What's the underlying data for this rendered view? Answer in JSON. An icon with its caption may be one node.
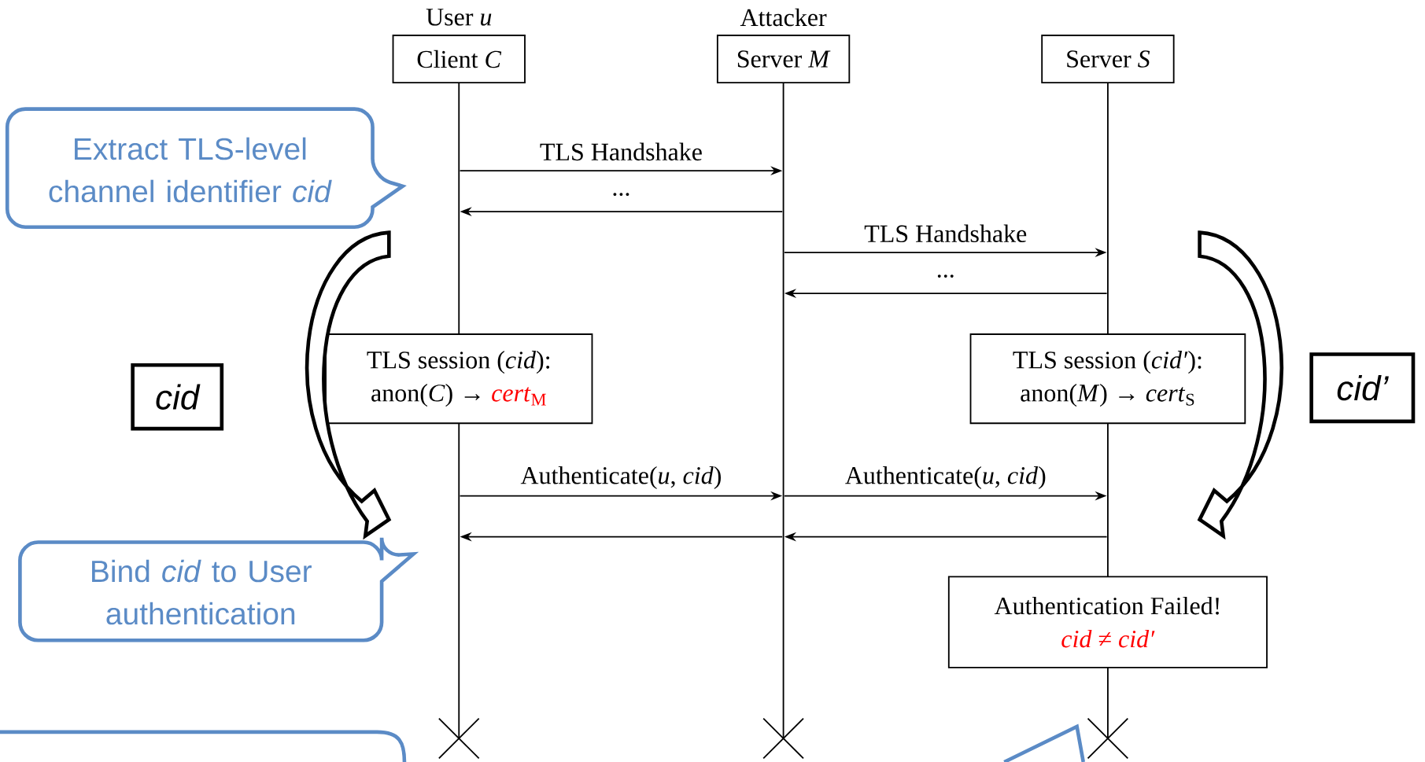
{
  "diagram": {
    "nodes": [
      {
        "text": [
          "User *u*",
          "Client *C*"
        ]
      },
      {
        "text": [
          "Attacker",
          "Server *M*"
        ]
      },
      {
        "text": [
          "Server *S*"
        ]
      },
      {
        "text": [
          "Extract TLS-level channel identifier *cid*"
        ]
      },
      {
        "text": [],
        "shape": "line"
      },
      {
        "text": [],
        "shape": "line"
      },
      {
        "text": [],
        "shape": "line"
      },
      {
        "text": [
          "TLS session (*cid*):",
          "anon(*C*) →",
          "*cert*$_{M}$"
        ]
      },
      {
        "text": [
          "cid"
        ]
      },
      {
        "text": [
          "TLS session (*cid′*):",
          "anon(*M*) → *cert*$_{S}$"
        ]
      },
      {
        "text": [
          "cid’"
        ]
      },
      {
        "text": [],
        "shape": "line"
      },
      {
        "text": [],
        "shape": "line"
      },
      {
        "text": [
          "Bind *cid* to User authentication"
        ]
      },
      {
        "text": [
          "Authentication Failed!",
          "*cid* ≠ *cid′*"
        ]
      },
      {
        "text": [],
        "shape": "line"
      },
      {
        "text": [],
        "shape": "callout"
      },
      {
        "text": [],
        "shape": "callout"
      }
    ],
    "edges": [
      {
        "from": 4,
        "to": 5,
        "arrow": "to",
        "label": "TLS Handshake"
      },
      {
        "from": 5,
        "to": 4,
        "arrow": "to",
        "label": "..."
      },
      {
        "from": 5,
        "to": 6,
        "arrow": "to",
        "label": "TLS Handshake"
      },
      {
        "from": 6,
        "to": 5,
        "arrow": "to",
        "label": "..."
      },
      {
        "from": 11,
        "to": 5,
        "arrow": "to",
        "label": "Authenticate(*u*, *cid*)"
      },
      {
        "from": 5,
        "to": 12,
        "arrow": "to",
        "label": "Authenticate(*u*, *cid*)"
      },
      {
        "from": 12,
        "to": 5,
        "arrow": "to"
      },
      {
        "from": 5,
        "to": 11,
        "arrow": "to"
      },
      {
        "from": 3,
        "to": 11,
        "arrow": "to",
        "style": "thick"
      },
      {
        "from": 9,
        "to": null,
        "arrow": "to",
        "style": "thick"
      }
    ]
  }
}
